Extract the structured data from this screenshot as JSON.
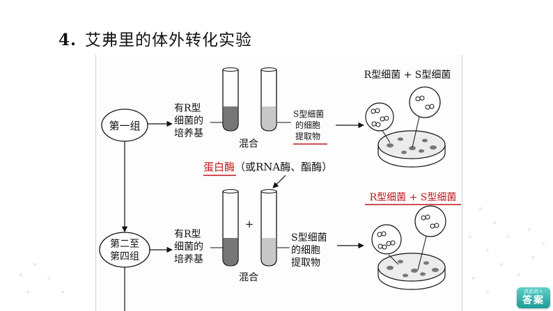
{
  "heading": {
    "number": "4.",
    "title": "艾弗里的体外转化实验"
  },
  "group1": {
    "label": "第一组",
    "medium": [
      "有R型",
      "细菌的",
      "培养基"
    ],
    "mix": "混合",
    "extract": [
      "S型细菌",
      "的细胞",
      "提取物"
    ],
    "result": "R型细菌 + S型细菌"
  },
  "enzyme": {
    "highlight": "蛋白酶",
    "rest": "（或RNA酶、酯酶）"
  },
  "group2": {
    "label": [
      "第二至",
      "第四组"
    ],
    "medium": [
      "有R型",
      "细菌的",
      "培养基"
    ],
    "plus": "+",
    "mix": "混合",
    "extract": [
      "S型细菌",
      "的细胞",
      "提取物"
    ],
    "result": "R型细菌 + S型细菌"
  },
  "answer_button": {
    "top": "点此进入",
    "label": "答案"
  },
  "colors": {
    "highlight": "#c0151b",
    "liquid_dark": "#777777",
    "liquid_light": "#c8c8c8",
    "button": "#2aa9a1"
  }
}
